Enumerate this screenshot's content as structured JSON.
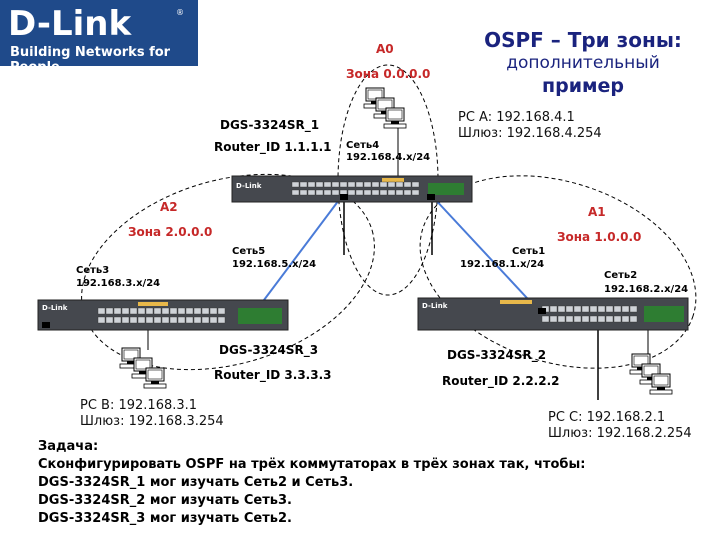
{
  "logo": {
    "brand": "D-Link",
    "tagline": "Building Networks for People"
  },
  "title": {
    "line1": "OSPF – Три зоны:",
    "line2": "дополнительный",
    "line3": "пример"
  },
  "areas": {
    "a0": {
      "name": "A0",
      "zone": "Зона 0.0.0.0"
    },
    "a1": {
      "name": "A1",
      "zone": "Зона 1.0.0.0"
    },
    "a2": {
      "name": "A2",
      "zone": "Зона 2.0.0.0"
    }
  },
  "switches": {
    "sw1": {
      "name": "DGS-3324SR_1",
      "router_id": "Router_ID 1.1.1.1"
    },
    "sw2": {
      "name": "DGS-3324SR_2",
      "router_id": "Router_ID 2.2.2.2"
    },
    "sw3": {
      "name": "DGS-3324SR_3",
      "router_id": "Router_ID 3.3.3.3"
    }
  },
  "networks": {
    "net1": {
      "name": "Сеть1",
      "subnet": "192.168.1.x/24"
    },
    "net2": {
      "name": "Сеть2",
      "subnet": "192.168.2.x/24"
    },
    "net3": {
      "name": "Сеть3",
      "subnet": "192.168.3.x/24"
    },
    "net4": {
      "name": "Сеть4",
      "subnet": "192.168.4.x/24"
    },
    "net5": {
      "name": "Сеть5",
      "subnet": "192.168.5.x/24"
    }
  },
  "pcs": {
    "a": {
      "ip": "PC A: 192.168.4.1",
      "gw": "Шлюз: 192.168.4.254"
    },
    "b": {
      "ip": "PC B: 192.168.3.1",
      "gw": "Шлюз: 192.168.3.254"
    },
    "c": {
      "ip": "PC C: 192.168.2.1",
      "gw": "Шлюз: 192.168.2.254"
    }
  },
  "task": {
    "heading": "Задача:",
    "lines": [
      "Сконфигурировать OSPF на трёх коммутаторах в трёх зонах так, чтобы:",
      "DGS-3324SR_1 мог изучать Сеть2 и Сеть3.",
      "DGS-3324SR_2 мог изучать Сеть3.",
      "DGS-3324SR_3 мог изучать Сеть2."
    ]
  },
  "colors": {
    "logo_bg": "#1f4a8a",
    "title": "#1a237e",
    "area_label": "#c62828",
    "link": "#4a7bd8"
  }
}
